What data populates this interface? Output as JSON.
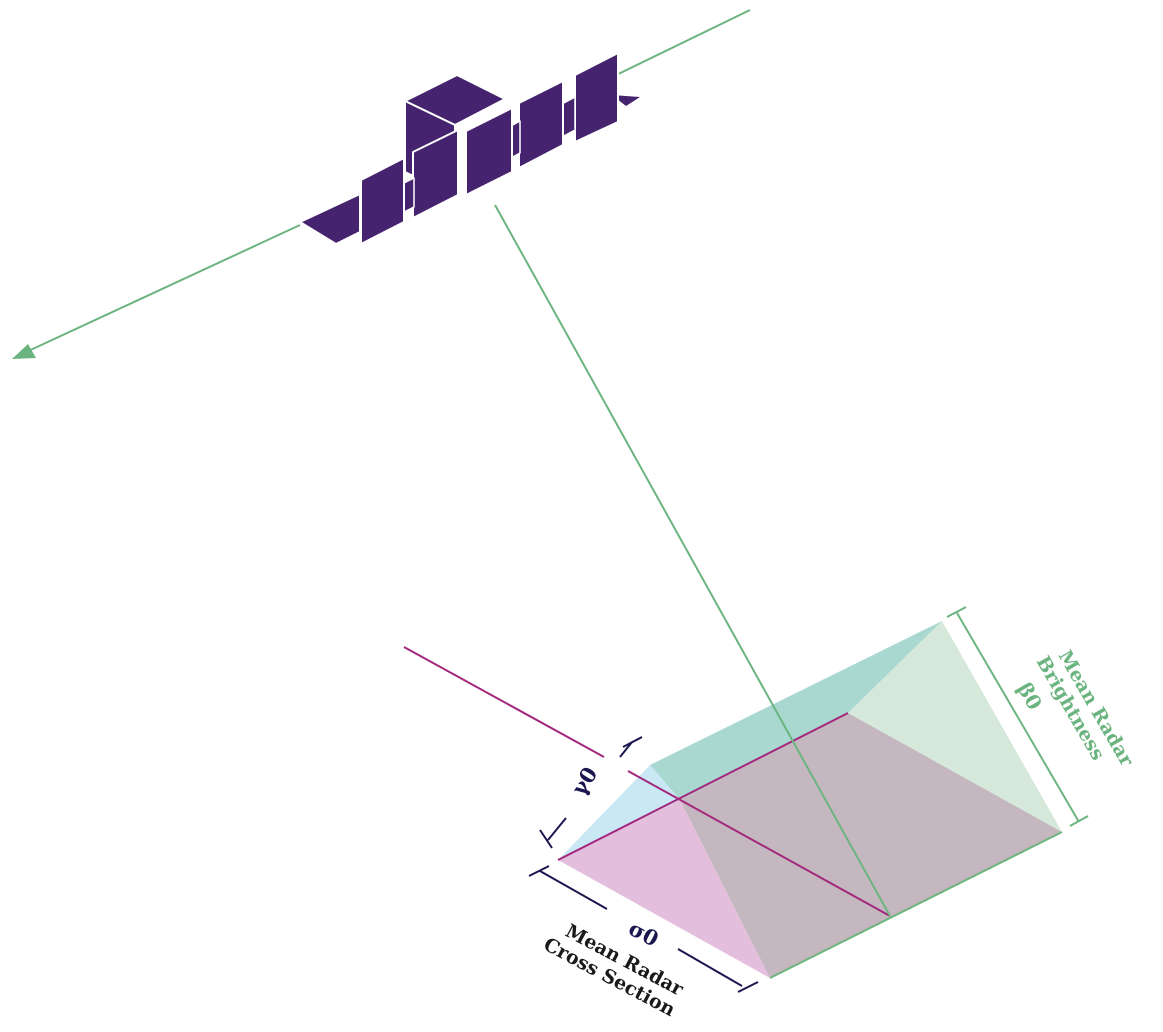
{
  "labels": {
    "beta_title_line1": "Mean Radar",
    "beta_title_line2": "Brightness",
    "beta_symbol": "β0",
    "gamma_symbol": "γ0",
    "sigma_symbol": "σ0",
    "sigma_title_line1": "Mean Radar",
    "sigma_title_line2": "Cross Section"
  },
  "colors": {
    "satellite": "#45236e",
    "flight_path": "#6cb47f",
    "beta_plane": "#d5e8da",
    "teal_plane": "#a9d8d1",
    "cyan_plane": "#c9e8f4",
    "pink_plane": "#e4bedd",
    "overlap_plane": "#c4b7bf",
    "magenta_line": "#a3277c",
    "navy_dimension": "#1b1650",
    "beta_text": "#6cb47f",
    "sigma_text": "#1a1a1a"
  }
}
